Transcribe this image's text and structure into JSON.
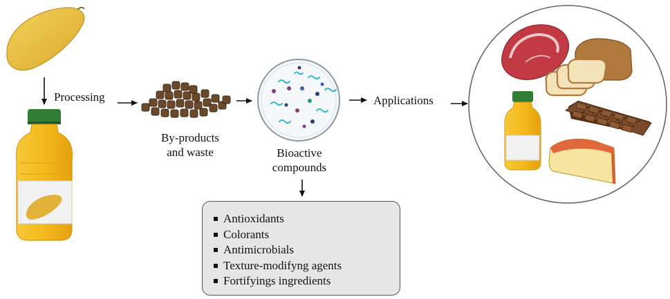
{
  "labels": {
    "processing": "Processing",
    "byproducts_line1": "By-products",
    "byproducts_line2": "and waste",
    "bioactive_line1": "Bioactive",
    "bioactive_line2": "compounds",
    "applications": "Applications"
  },
  "compounds": [
    "Antioxidants",
    "Colorants",
    "Antimicrobials",
    "Texture-modifyng agents",
    "Fortifyings ingredients"
  ],
  "icons": [
    "mango-icon",
    "juice-bottle-icon",
    "pellets-icon",
    "petri-dish-icon",
    "meat-icon",
    "bread-icon",
    "chocolate-icon",
    "cheese-icon"
  ],
  "colors": {
    "mango": "#e8c040",
    "juice": "#f2b81e",
    "bottle_cap": "#2f7d32",
    "pellet": "#6b4a2c",
    "chocolate": "#7a4a2a",
    "meat": "#c23a44",
    "cheese": "#f6e4a0",
    "box_fill": "#e6e6e6"
  }
}
